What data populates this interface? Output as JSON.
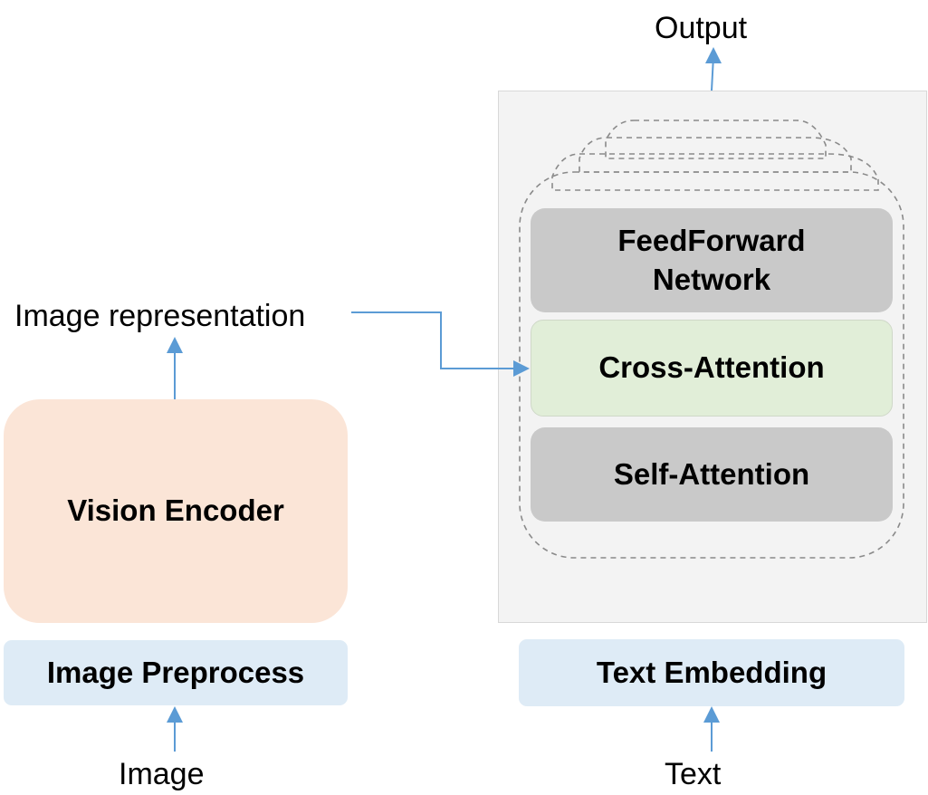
{
  "blocks": {
    "vision_encoder": "Vision Encoder",
    "image_preprocess": "Image Preprocess",
    "text_embedding": "Text Embedding",
    "feedforward": "FeedForward\nNetwork",
    "cross_attention": "Cross-Attention",
    "self_attention": "Self-Attention"
  },
  "labels": {
    "output": "Output",
    "image_representation": "Image representation",
    "image": "Image",
    "text": "Text"
  },
  "colors": {
    "arrow": "#5b9bd5",
    "vision_encoder_fill": "#fbe5d7",
    "input_fill": "#deebf6",
    "layer_fill": "#c9c9c9",
    "cross_attention_fill": "#e1eed8",
    "panel_fill": "#f3f3f3"
  }
}
